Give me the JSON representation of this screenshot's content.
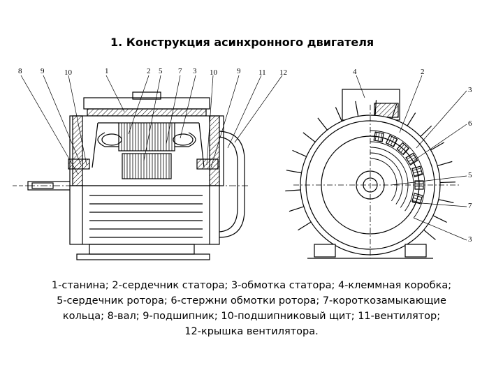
{
  "title": "1. Конструкция асинхронного двигателя",
  "side_view": {
    "labels": [
      "8",
      "9",
      "10",
      "1",
      "2",
      "5",
      "7",
      "3",
      "10",
      "9",
      "11",
      "12"
    ]
  },
  "front_view": {
    "labels": [
      "4",
      "2",
      "3",
      "6",
      "5",
      "7",
      "3"
    ]
  },
  "caption": {
    "line1": "1-станина; 2-сердечник статора; 3-обмотка статора; 4-клеммная коробка;",
    "line2": "5-сердечник ротора; 6-стержни обмотки ротора; 7-короткозамыкающие",
    "line3": "кольца; 8-вал; 9-подшипник; 10-подшипниковый щит; 11-вентилятор;",
    "line4": "12-крышка вентилятора."
  }
}
